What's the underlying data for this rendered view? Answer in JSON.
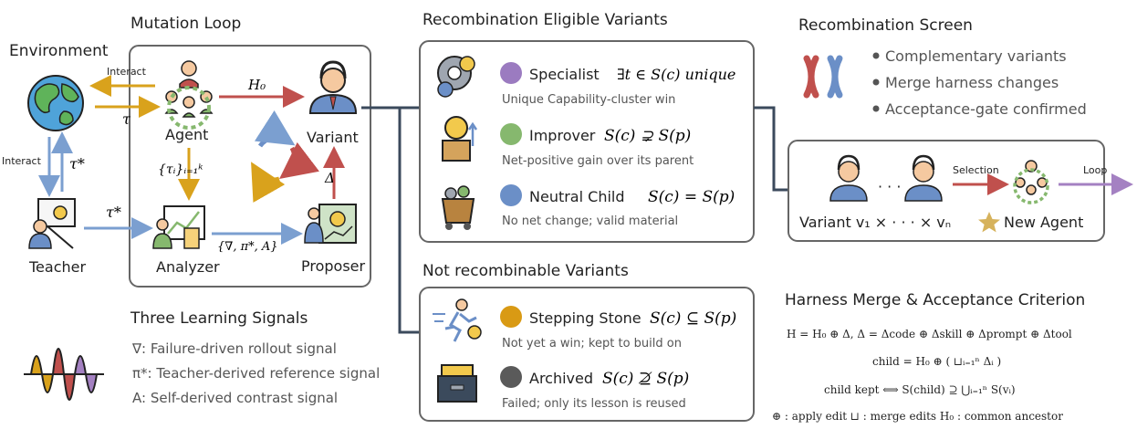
{
  "sections": {
    "mutation_loop": "Mutation Loop",
    "environment": "Environment",
    "eligible": "Recombination Eligible Variants",
    "not_recombinable": "Not recombinable Variants",
    "recomb_screen": "Recombination Screen",
    "harness": "Harness Merge & Acceptance Criterion",
    "signals": "Three Learning Signals"
  },
  "nodes": {
    "agent": "Agent",
    "variant": "Variant",
    "teacher": "Teacher",
    "analyzer": "Analyzer",
    "proposer": "Proposer"
  },
  "edges": {
    "interact_top": "Interact",
    "interact_left": "Interact",
    "tau": "τ",
    "tau_star_1": "τ*",
    "tau_star_2": "τ*",
    "h0": "H₀",
    "delta": "Δ",
    "tau_set": "{τᵢ}ᵢ₌₁ᵏ",
    "analyzer_out": "{∇, π*, A}"
  },
  "eligible_items": [
    {
      "name": "Specialist",
      "condition": "∃t ∈ S(c) unique",
      "desc": "Unique Capability-cluster win",
      "color": "#9b7bc0"
    },
    {
      "name": "Improver",
      "condition": "S(c) ⊋ S(p)",
      "desc": "Net-positive gain over its parent",
      "color": "#86b86e"
    },
    {
      "name": "Neutral Child",
      "condition": "S(c) = S(p)",
      "desc": "No net change; valid material",
      "color": "#6b8fc7"
    }
  ],
  "not_recombinable_items": [
    {
      "name": "Stepping Stone",
      "condition": "S(c) ⊆ S(p)",
      "desc": "Not yet a win; kept to build on",
      "color": "#d99a14"
    },
    {
      "name": "Archived",
      "condition": "S(c) ⊉ S(p)",
      "desc": "Failed; only its lesson is reused",
      "color": "#5a5a5a"
    }
  ],
  "screen_bullets": [
    "Complementary variants",
    "Merge harness changes",
    "Acceptance-gate confirmed"
  ],
  "merge_box": {
    "dots": "· · ·",
    "selection": "Selection",
    "loop": "Loop",
    "variant_product": "Variant v₁ × · · · × vₙ",
    "new_agent": "New Agent"
  },
  "harness_eqs": [
    "H = H₀ ⊕ Δ,    Δ = Δcode ⊕ Δskill ⊕ Δprompt ⊕ Δtool",
    "child = H₀ ⊕ ( ⊔ᵢ₌₁ⁿ Δᵢ )",
    "child kept  ⟺  S(child) ⊇ ⋃ᵢ₌₁ⁿ S(vᵢ)",
    "⊕ : apply edit   ⊔ : merge edits   H₀ : common ancestor"
  ],
  "signals": [
    "∇: Failure-driven rollout signal",
    "π*: Teacher-derived reference signal",
    "A: Self-derived contrast signal"
  ],
  "colors": {
    "gold": "#d9a21c",
    "blue": "#7b9fd0",
    "red": "#c0504d",
    "purple": "#a481c2",
    "box_stroke": "#666666"
  },
  "icons": [
    "globe-icon",
    "agent-network-icon",
    "support-person-icon",
    "teacher-board-icon",
    "analyzer-chart-icon",
    "proposer-idea-icon",
    "cycle-icon",
    "gear-badge-icon",
    "lightbulb-box-icon",
    "bin-icon",
    "runner-icon",
    "archive-drawer-icon",
    "chromosome-icon",
    "waveform-icon",
    "star-icon"
  ]
}
